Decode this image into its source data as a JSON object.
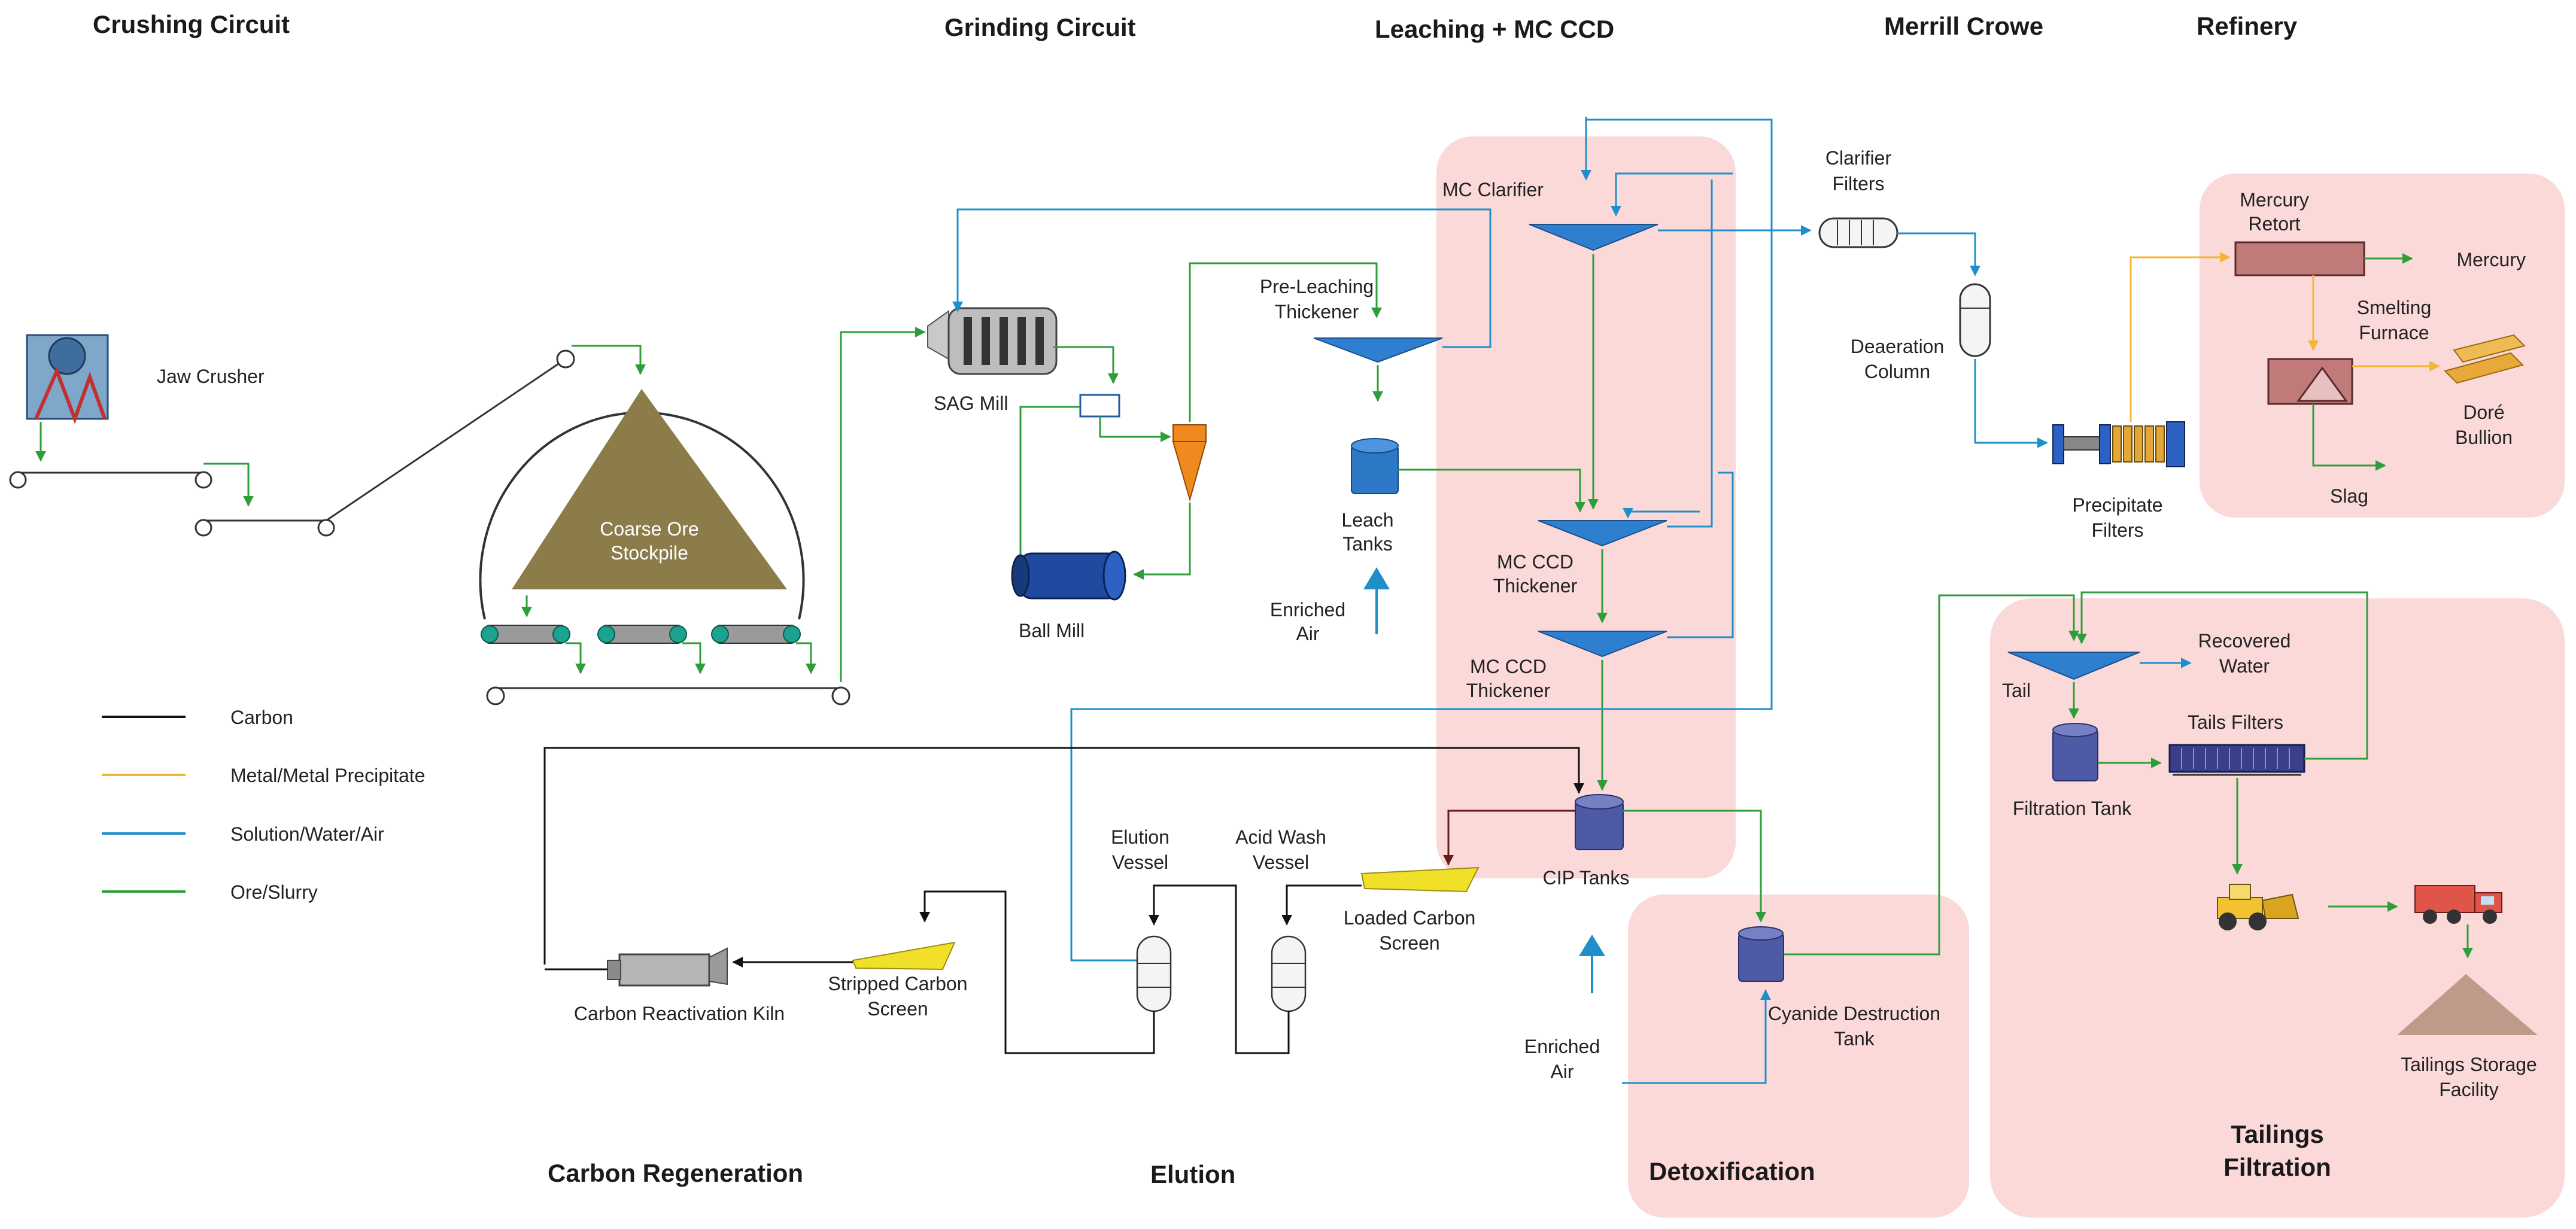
{
  "sections": {
    "crushing": "Crushing Circuit",
    "grinding": "Grinding Circuit",
    "leaching": "Leaching + MC CCD",
    "merrill": "Merrill Crowe",
    "refinery": "Refinery",
    "carbon_regen": "Carbon Regeneration",
    "elution": "Elution",
    "detox": "Detoxification",
    "tailings_line1": "Tailings",
    "tailings_line2": "Filtration"
  },
  "labels": {
    "jaw_crusher": "Jaw Crusher",
    "coarse_ore_1": "Coarse Ore",
    "coarse_ore_2": "Stockpile",
    "sag_mill": "SAG Mill",
    "ball_mill": "Ball Mill",
    "pre_leach_1": "Pre-Leaching",
    "pre_leach_2": "Thickener",
    "leach_tanks_1": "Leach",
    "leach_tanks_2": "Tanks",
    "enriched_air_1_1": "Enriched",
    "enriched_air_1_2": "Air",
    "mc_clarifier": "MC Clarifier",
    "mc_ccd_1_1": "MC CCD",
    "mc_ccd_1_2": "Thickener",
    "mc_ccd_2_1": "MC CCD",
    "mc_ccd_2_2": "Thickener",
    "cip_tanks": "CIP Tanks",
    "clarifier_filters_1": "Clarifier",
    "clarifier_filters_2": "Filters",
    "deaeration_1": "Deaeration",
    "deaeration_2": "Column",
    "precip_filters_1": "Precipitate",
    "precip_filters_2": "Filters",
    "mercury_retort_1": "Mercury",
    "mercury_retort_2": "Retort",
    "mercury": "Mercury",
    "smelting_1": "Smelting",
    "smelting_2": "Furnace",
    "dore_1": "Doré",
    "dore_2": "Bullion",
    "slag": "Slag",
    "elution_vessel_1": "Elution",
    "elution_vessel_2": "Vessel",
    "acid_wash_1": "Acid Wash",
    "acid_wash_2": "Vessel",
    "loaded_carbon_1": "Loaded Carbon",
    "loaded_carbon_2": "Screen",
    "stripped_carbon_1": "Stripped Carbon",
    "stripped_carbon_2": "Screen",
    "kiln": "Carbon Reactivation Kiln",
    "enriched_air_2_1": "Enriched",
    "enriched_air_2_2": "Air",
    "cyanide_1": "Cyanide Destruction",
    "cyanide_2": "Tank",
    "tail": "Tail",
    "recovered_water_1": "Recovered",
    "recovered_water_2": "Water",
    "tails_filters": "Tails Filters",
    "filtration_tank": "Filtration Tank",
    "tsf_1": "Tailings Storage",
    "tsf_2": "Facility"
  },
  "legend": [
    {
      "label": "Carbon",
      "color": "#111111"
    },
    {
      "label": "Metal/Metal Precipitate",
      "color": "#f4b533"
    },
    {
      "label": "Solution/Water/Air",
      "color": "#1f8fca"
    },
    {
      "label": "Ore/Slurry",
      "color": "#2e9e3a"
    }
  ],
  "colors": {
    "zone": "#fbd9d9",
    "ore_slurry": "#2e9e3a",
    "solution": "#1f8fca",
    "carbon": "#111111",
    "metal": "#f4b533"
  },
  "icons": {
    "jaw_crusher": "jaw-crusher-icon",
    "sag_mill": "sag-mill-icon",
    "ball_mill": "ball-mill-icon",
    "cyclone": "cyclone-icon",
    "thickener": "thickener-icon",
    "tank": "tank-icon",
    "filter": "filter-press-icon",
    "retort": "retort-icon",
    "furnace": "furnace-icon",
    "bullion": "gold-bars-icon",
    "loader": "wheel-loader-icon",
    "truck": "dump-truck-icon",
    "kiln": "kiln-icon"
  }
}
